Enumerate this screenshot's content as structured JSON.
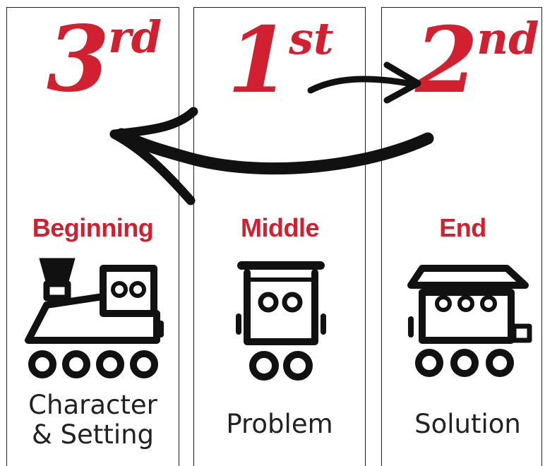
{
  "order_labels": {
    "first": {
      "number": "1",
      "suffix": "st"
    },
    "second": {
      "number": "2",
      "suffix": "nd"
    },
    "third": {
      "number": "3",
      "suffix": "rd"
    }
  },
  "parts": [
    {
      "label": "Beginning",
      "story_lines": [
        "Character",
        "& Setting"
      ]
    },
    {
      "label": "Middle",
      "story_lines": [
        "Problem"
      ]
    },
    {
      "label": "End",
      "story_lines": [
        "Solution"
      ]
    }
  ],
  "colors": {
    "accent": "#d1202f",
    "ink": "#111111"
  }
}
